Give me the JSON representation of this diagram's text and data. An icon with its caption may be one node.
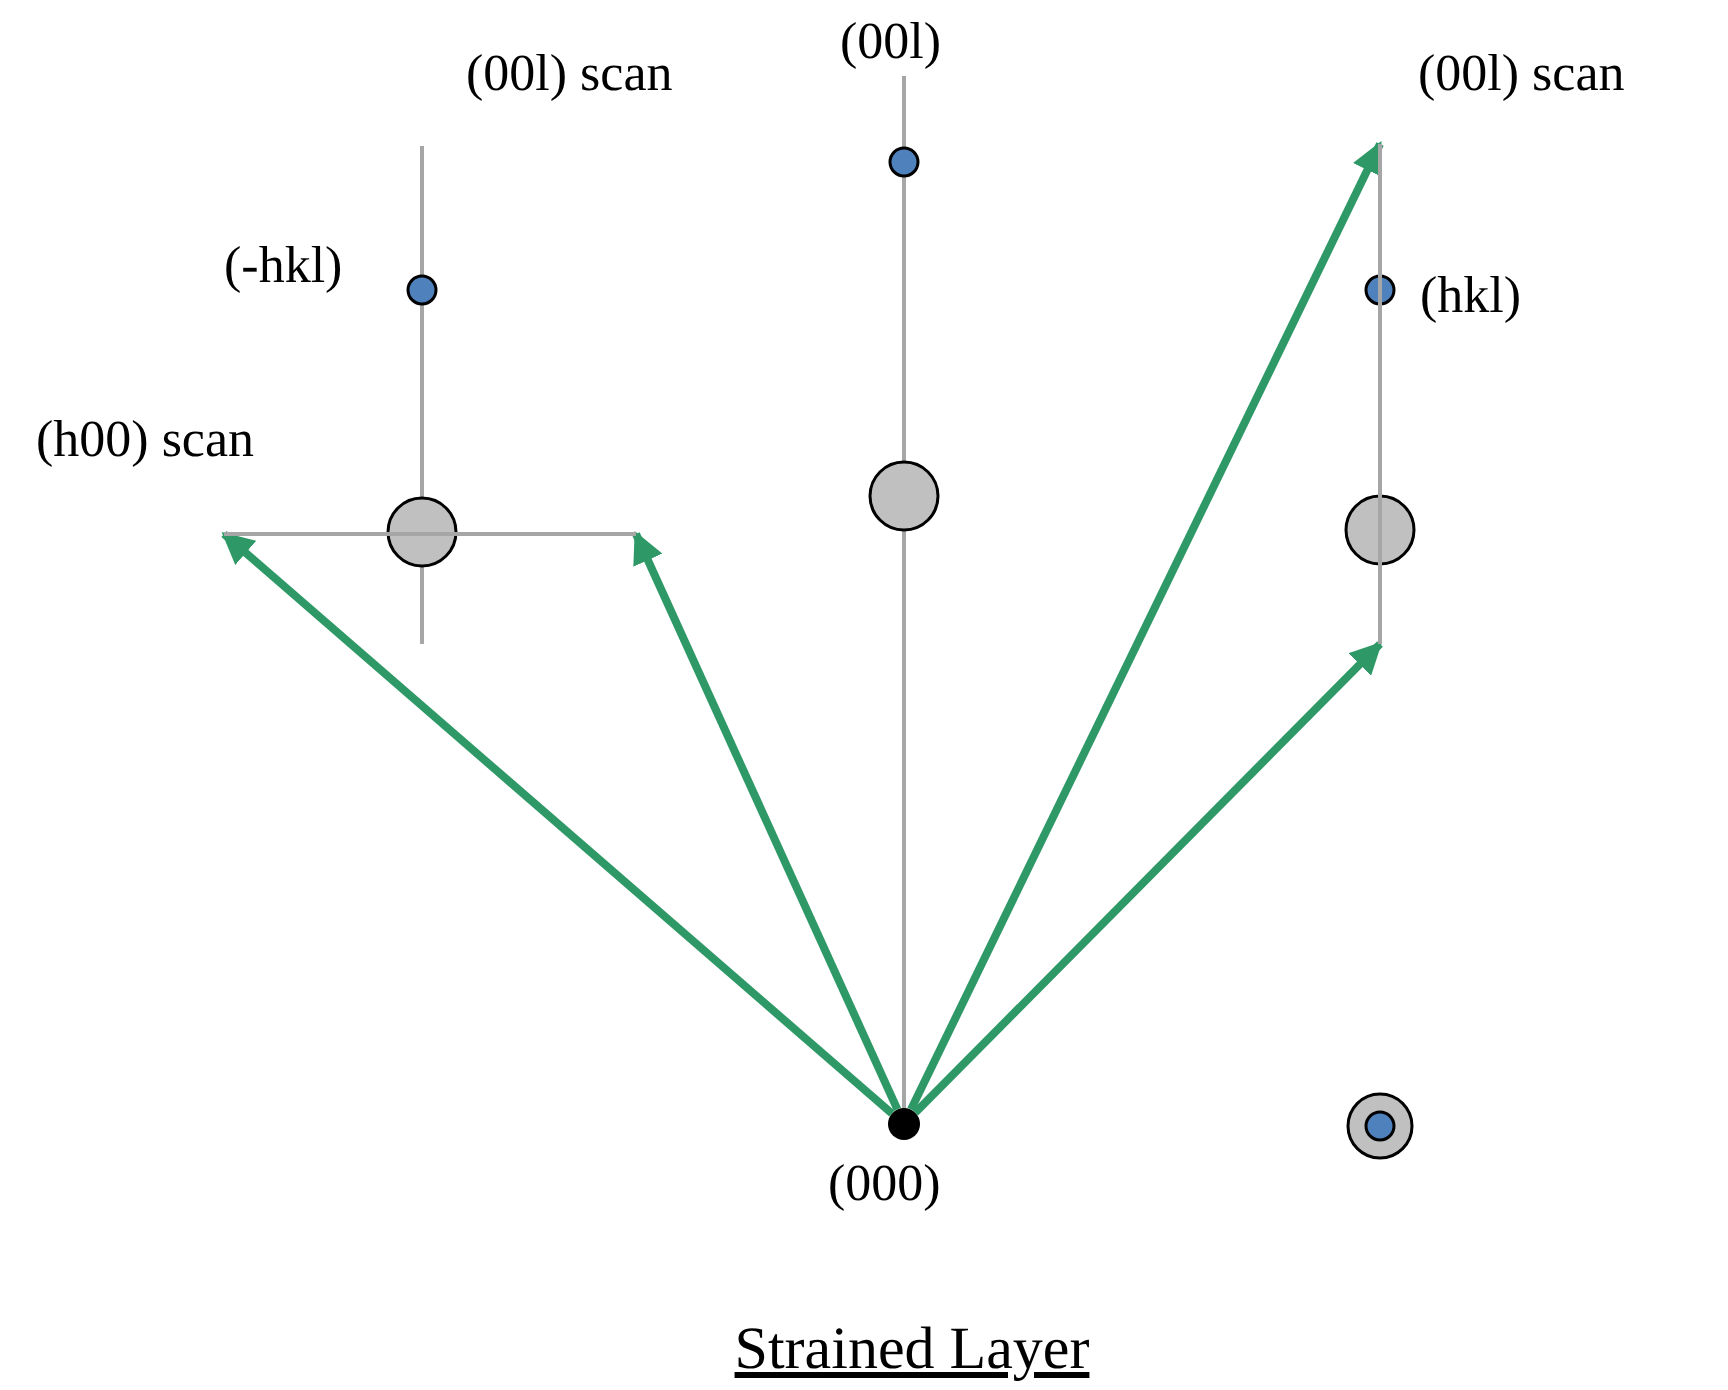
{
  "diagram": {
    "caption": "Strained Layer",
    "nodes": [
      {
        "text": [],
        "shape": "circle",
        "beside": [
          "(000)"
        ]
      },
      {
        "text": [
          "(h00) scan"
        ]
      },
      {
        "text": [
          "(00l) scan"
        ]
      }
    ],
    "edges": [
      {
        "from": 0,
        "to": 1,
        "arrow": "to"
      },
      {
        "from": 0,
        "to": 1,
        "arrow": "to"
      },
      {
        "from": 0,
        "to": 2,
        "arrow": "to"
      },
      {
        "from": 0,
        "to": 2,
        "arrow": "to"
      }
    ],
    "labels": [
      "(00l) scan",
      "(00l)",
      "(-hkl)",
      "(hkl)"
    ]
  }
}
